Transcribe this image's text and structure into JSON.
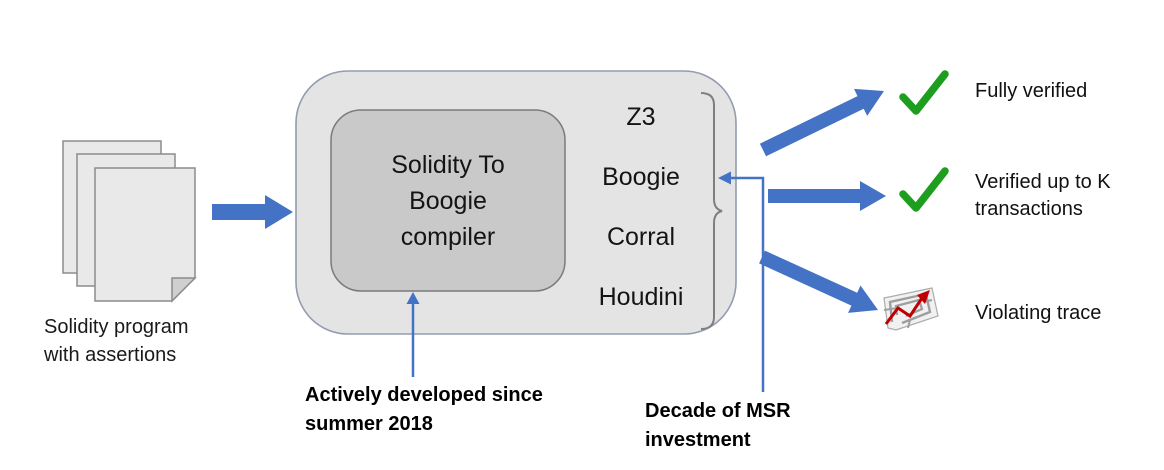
{
  "input": {
    "label": "Solidity program\nwith assertions"
  },
  "compiler": {
    "label": "Solidity To\nBoogie\ncompiler"
  },
  "tools": [
    {
      "label": "Z3"
    },
    {
      "label": "Boogie"
    },
    {
      "label": "Corral"
    },
    {
      "label": "Houdini"
    }
  ],
  "outputs": [
    {
      "icon": "checkmark-icon",
      "label": "Fully verified"
    },
    {
      "icon": "checkmark-icon",
      "label": "Verified up to K\ntransactions"
    },
    {
      "icon": "maze-icon",
      "label": "Violating trace"
    }
  ],
  "annotations": {
    "compiler_note": "Actively developed since\nsummer 2018",
    "tools_note": "Decade of MSR\ninvestment"
  },
  "colors": {
    "arrow_blue": "#4472C4",
    "check_green": "#1E9E1E",
    "trace_red": "#C00000",
    "outer_box_fill": "#E4E4E4",
    "outer_box_border": "#939BB0",
    "inner_box_fill": "#C9C9C9",
    "inner_box_border": "#7B7B7B",
    "page_fill": "#E9E9E9",
    "bracket_gray": "#7F7F7F"
  }
}
